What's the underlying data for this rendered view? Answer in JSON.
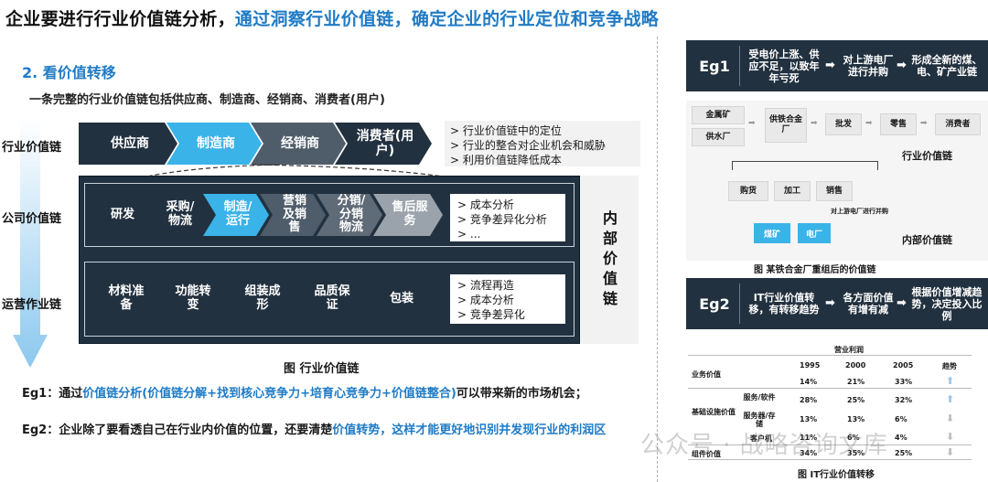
{
  "title": {
    "part1": "企业要进行行业价值链分析，",
    "part2": "通过洞察行业价值链，确定企业的行业定位和竞争战略"
  },
  "section": {
    "heading": "2. 看价值转移",
    "desc": "一条完整的行业价值链包括供应商、制造商、经销商、消费者(用户)"
  },
  "labels": {
    "industry": "行业价值链",
    "company": "公司价值链",
    "operation": "运营作业链"
  },
  "industry_chain": [
    "供应商",
    "制造商",
    "经销商",
    "消费者(用户)"
  ],
  "industry_notes": [
    "行业价值链中的定位",
    "行业的整合对企业机会和威胁",
    "利用价值链降低成本"
  ],
  "company_chain": [
    "研发",
    "采购/物流",
    "制造/运行",
    "营销及销售",
    "分销/分销物流",
    "售后服务"
  ],
  "company_notes": [
    "成本分析",
    "竞争差异化分析",
    "..."
  ],
  "operation_chain": [
    "材料准备",
    "功能转变",
    "组装成形",
    "品质保证",
    "包装"
  ],
  "operation_notes": [
    "流程再造",
    "成本分析",
    "竞争差异化"
  ],
  "internal_label": [
    "内",
    "部",
    "价",
    "值",
    "链"
  ],
  "figure_caption": "图  行业价值链",
  "eg1_text": {
    "prefix": "Eg1：通过",
    "highlight": "价值链分析(价值链分解+找到核心竞争力+培育心竞争力+价值链整合)",
    "suffix": "可以带来新的市场机会；"
  },
  "eg2_text": {
    "prefix": "Eg2：企业除了要看透自己在行业内价值的位置，还要清楚",
    "highlight": "价值转势，这样才能更好地识别并发现行业的利润区"
  },
  "eg1_banner": {
    "label": "Eg1",
    "step1": "受电价上涨、供应不足，以致年年亏死",
    "step2": "对上游电厂进行并购",
    "step3": "形成全新的煤、电、矿产业链"
  },
  "eg1_diagram": {
    "inputs": [
      "金属矿",
      "供水厂"
    ],
    "center": "供铁合金厂",
    "steps": [
      "批发",
      "零售",
      "消费者"
    ],
    "chain_caption": "行业价值链",
    "internal": [
      "购货",
      "加工",
      "销售"
    ],
    "merge_note": "对上游电厂进行并购",
    "blue": [
      "煤矿",
      "电厂"
    ],
    "internal_caption": "内部价值链",
    "caption": "图  某铁合金厂重组后的价值链"
  },
  "eg2_banner": {
    "label": "Eg2",
    "step1": "IT行业价值转移，有转移趋势",
    "step2": "各方面价值有增有减",
    "step3": "根据价值增减趋势，决定投入比例"
  },
  "eg2_table": {
    "header": "营业利润",
    "years": [
      "1995",
      "2000",
      "2005",
      "趋势"
    ],
    "rows": [
      {
        "group": "业务价值",
        "item": "",
        "values": [
          "14%",
          "21%",
          "33%"
        ],
        "trend": "up"
      },
      {
        "group": "基础设施价值",
        "item": "服务/软件",
        "values": [
          "28%",
          "25%",
          "32%"
        ],
        "trend": "up"
      },
      {
        "group": "",
        "item": "服务器/存储",
        "values": [
          "13%",
          "13%",
          "6%"
        ],
        "trend": "down"
      },
      {
        "group": "",
        "item": "客户机",
        "values": [
          "11%",
          "6%",
          "4%"
        ],
        "trend": "down"
      },
      {
        "group": "组件价值",
        "item": "",
        "values": [
          "34%",
          "35%",
          "25%"
        ],
        "trend": "down"
      }
    ],
    "caption": "图  IT行业价值转移"
  },
  "watermark": "公众号 · 战略咨询文库"
}
